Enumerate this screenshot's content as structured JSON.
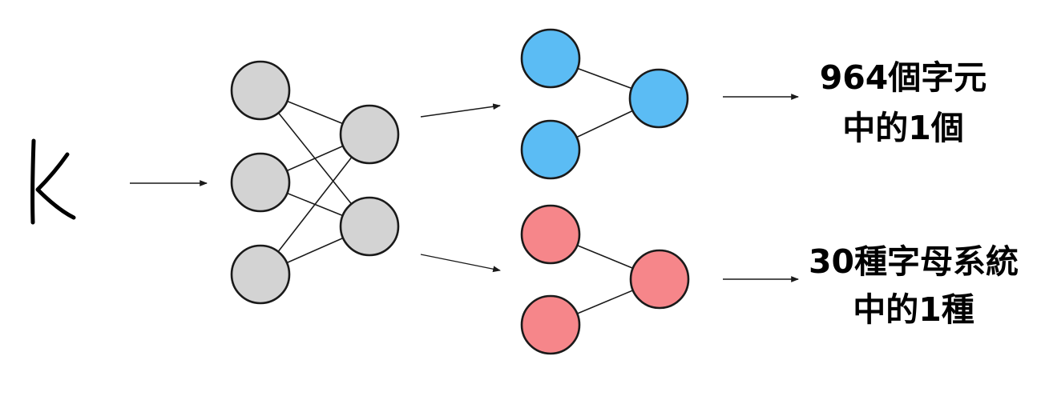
{
  "input": {
    "character": "K"
  },
  "colors": {
    "shared_node": "#d3d3d3",
    "character_head_node": "#5bbcf4",
    "alphabet_head_node": "#f6868a",
    "outline": "#1a1a1a"
  },
  "outputs": {
    "character": {
      "line1": "964個字元",
      "line2": "中的1個"
    },
    "alphabet": {
      "line1": "30種字母系統",
      "line2": "中的1種"
    }
  }
}
